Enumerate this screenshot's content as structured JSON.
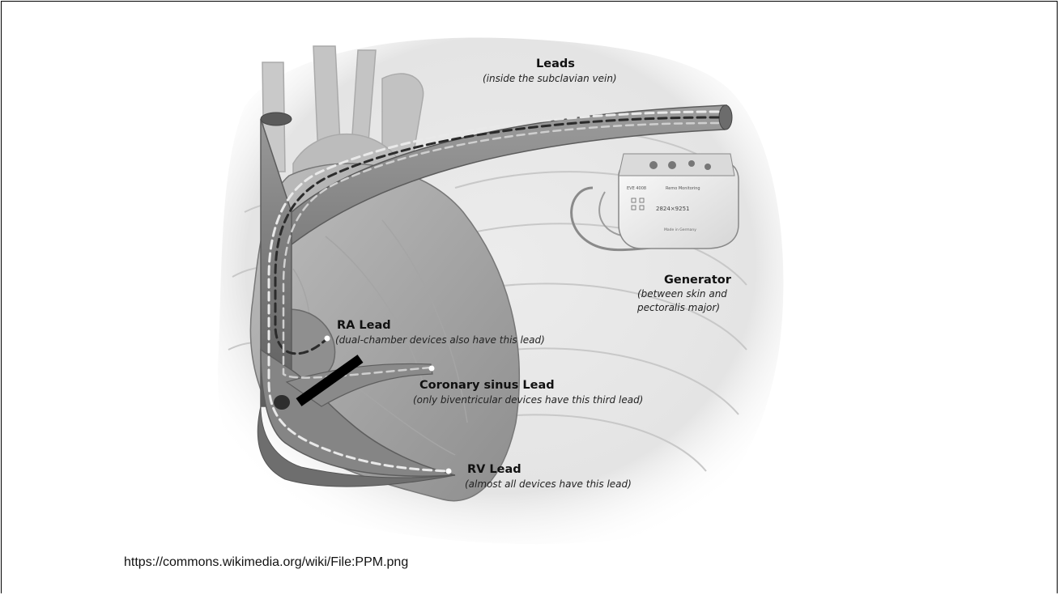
{
  "labels": {
    "leads": {
      "title": "Leads",
      "sub": "(inside the subclavian vein)"
    },
    "generator": {
      "title": "Generator",
      "sub_line1": "(between skin and",
      "sub_line2": "pectoralis major)"
    },
    "ra_lead": {
      "title": "RA Lead",
      "sub": "(dual-chamber devices also have this lead)"
    },
    "cs_lead": {
      "title": "Coronary sinus Lead",
      "sub": "(only biventricular devices have this third lead)"
    },
    "rv_lead": {
      "title": "RV Lead",
      "sub": "(almost all devices have this lead)"
    }
  },
  "device": {
    "model": "EVE 4008",
    "function": "Remo Monitoring",
    "serial": "2824×9251",
    "origin": "Made in Germany"
  },
  "source_url": "https://commons.wikimedia.org/wiki/File:PPM.png",
  "colors": {
    "background": "#ffffff",
    "vessel": "#7a7a7a",
    "heart": "#9a9a9a",
    "marker": "#000000"
  }
}
